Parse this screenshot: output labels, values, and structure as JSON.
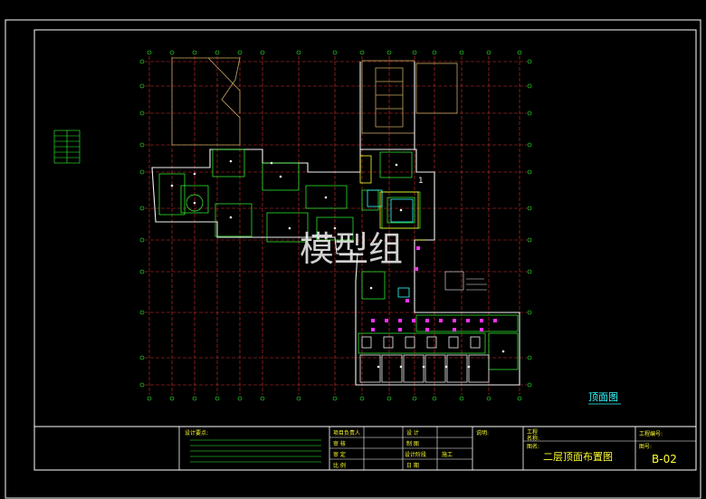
{
  "drawing": {
    "view_title": "顶面图",
    "watermark": "模型组",
    "room_tag": "1",
    "title_block": {
      "design_notes_label": "设计要点:",
      "project_lead_label": "项目负责人",
      "review_label": "审    核",
      "check_label": "审    定",
      "scale_label": "比    例",
      "design_label": "设    计",
      "draft_label": "制    图",
      "stage_label": "设计阶段",
      "stage_value": "施工",
      "date_label": "日    期",
      "remarks_label": "说明:",
      "project_label": "工程",
      "project_name_label": "名称:",
      "drawing_name_label": "图名:",
      "drawing_name": "二层顶面布置图",
      "project_no_label": "工程编号:",
      "drawing_no_label": "图号:",
      "drawing_no": "B-02"
    }
  },
  "colors": {
    "frame": "#ffffff",
    "grid": "#ff3b3b",
    "wall": "#f2f2f2",
    "detail": "#33ff33",
    "cyan": "#33ffff",
    "yellow": "#ffff33",
    "magenta": "#ff33ff",
    "tan": "#c8a860"
  }
}
